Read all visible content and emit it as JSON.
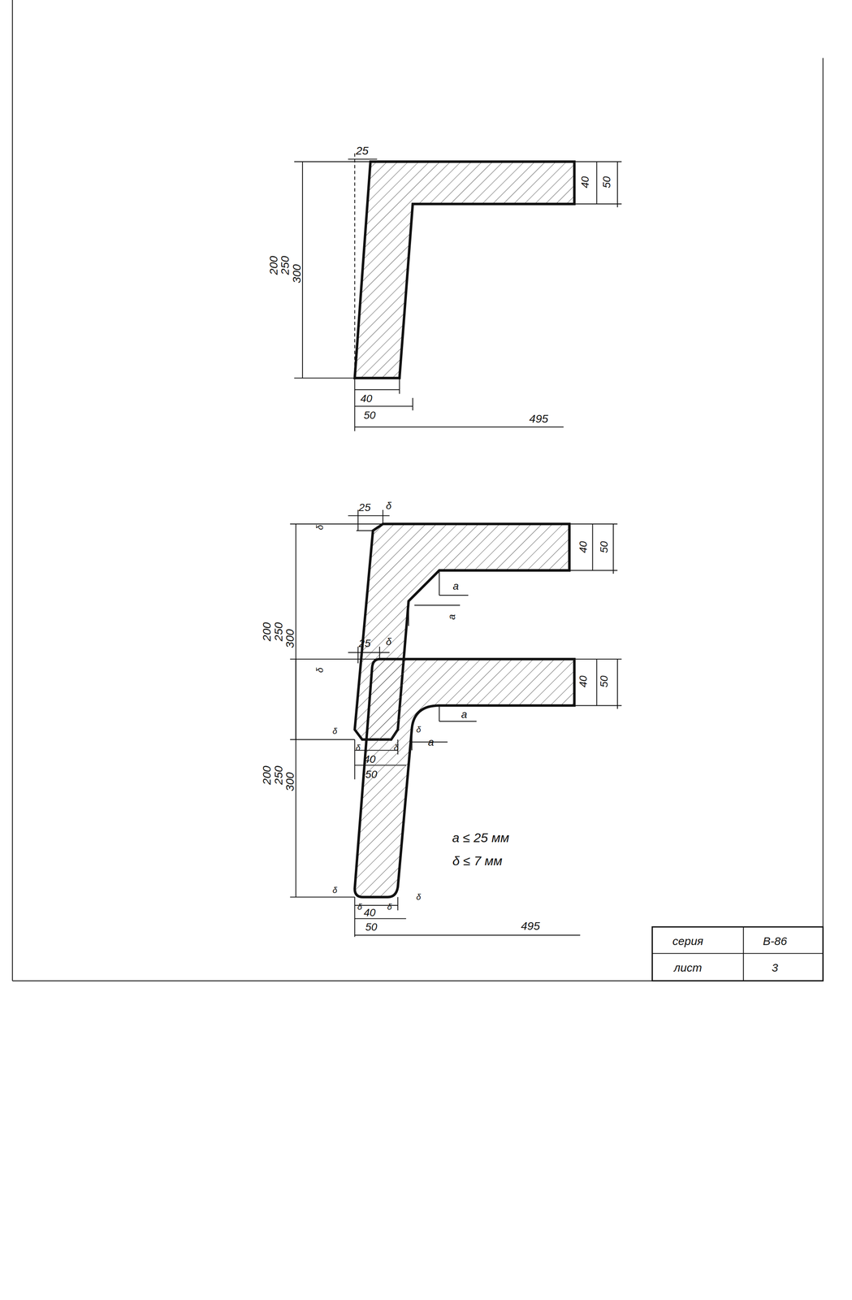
{
  "diagram": {
    "labels": [
      "25",
      "40",
      "50",
      "200",
      "250",
      "300",
      "40",
      "50",
      "495",
      "25",
      "δ",
      "δ",
      "40",
      "50",
      "a",
      "a",
      "200",
      "250",
      "300",
      "δ",
      "δ",
      "δ",
      "δ",
      "40",
      "50",
      "a ≤ 25 мм",
      "δ ≤ 7 мм",
      "25",
      "δ",
      "δ",
      "40",
      "50",
      "a",
      "a",
      "200",
      "250",
      "300",
      "δ",
      "δ",
      "δ",
      "δ",
      "40",
      "50",
      "495",
      "серия",
      "В-86",
      "лист",
      "3"
    ]
  }
}
